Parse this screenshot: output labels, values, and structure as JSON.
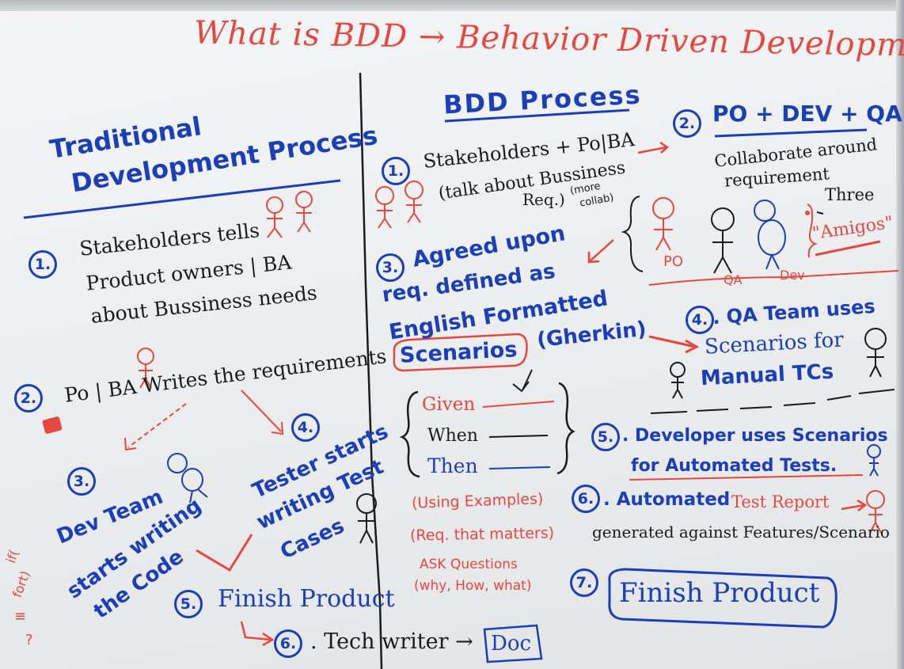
{
  "title": "What is BDD → Behavior Driven Development",
  "left": {
    "heading_line1": "Traditional",
    "heading_line2": "Development Process",
    "step1_num": "1.",
    "step1_line1": "Stakeholders tells",
    "step1_line2": "Product owners | BA",
    "step1_line3": "about Bussiness needs",
    "step2_num": "2.",
    "step2_text": "Po | BA Writes the requirements",
    "step3_num": "3.",
    "step3_line1": "Dev Team",
    "step3_line2": "starts writing",
    "step3_line3": "the Code",
    "step4_num": "4.",
    "step4_line1": "Tester starts",
    "step4_line2": "writing Test",
    "step4_line3": "Cases",
    "step5_num": "5.",
    "step5_text": "Finish Product",
    "step6_num": "6.",
    "step6_text": ". Tech writer →",
    "doc_label": "Doc",
    "margin_note1": "if(",
    "margin_note2": "fort)",
    "margin_note3": "≡",
    "margin_note4": "?"
  },
  "bdd": {
    "heading": "BDD Process",
    "step1_num": "1.",
    "step1_line1": "Stakeholders + Po|BA",
    "step1_line2": "(talk about Bussiness",
    "step1_line3": "Req.)",
    "step1_more1": "(more",
    "step1_more2": "collab)",
    "step2_num": "2.",
    "step2_heading": "PO + DEV + QA",
    "step2_line1": "Collaborate around",
    "step2_line2": "requirement",
    "three_label": "Three",
    "amigos_label": "\"Amigos\"",
    "po_label": "PO",
    "qa_label": "QA",
    "dev_label": "Dev",
    "step3_num": "3.",
    "step3_line1": "Agreed upon",
    "step3_line2": "req. defined as",
    "step3_line3": "English Formatted",
    "scenarios_label": "Scenarios",
    "gherkin_label": "(Gherkin)",
    "given_label": "Given",
    "when_label": "When",
    "then_label": "Then",
    "note1": "(Using Examples)",
    "note2": "(Req. that matters)",
    "note3": "ASK Questions",
    "note4": "(why, How, what)",
    "step4_num": "4.",
    "step4_line1": ". QA Team uses",
    "step4_line2": "Scenarios for",
    "step4_line3": "Manual TCs",
    "step5_num": "5.",
    "step5_line1": ". Developer uses Scenarios",
    "step5_line2": "for Automated Tests.",
    "step6_num": "6.",
    "step6_part1": ". Automated",
    "step6_part2": "Test Report",
    "step6_line2": "generated against Features/Scenario",
    "step7_num": "7.",
    "step7_text": "Finish Product"
  },
  "colors": {
    "red": "#e4483f",
    "blue": "#1a3fb8",
    "black": "#1b1b1d",
    "board": "#eceef0"
  }
}
